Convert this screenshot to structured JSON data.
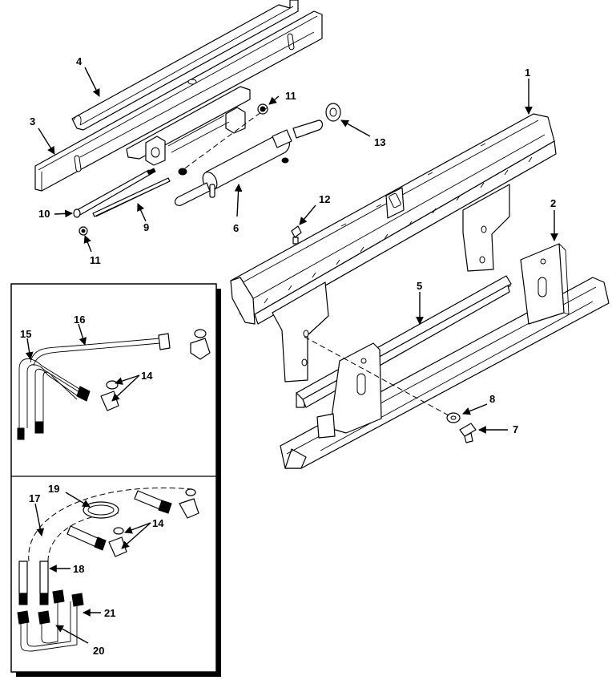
{
  "figure": {
    "callouts": {
      "c1": "1",
      "c2": "2",
      "c3": "3",
      "c4": "4",
      "c5": "5",
      "c6": "6",
      "c7": "7",
      "c8": "8",
      "c9": "9",
      "c10": "10",
      "c11a": "11",
      "c11b": "11",
      "c12": "12",
      "c13": "13",
      "c14a": "14",
      "c14b": "14",
      "c15": "15",
      "c16": "16",
      "c17": "17",
      "c18": "18",
      "c19": "19",
      "c20": "20",
      "c21": "21"
    },
    "colors": {
      "line": "#000000",
      "paper": "#ffffff"
    }
  }
}
